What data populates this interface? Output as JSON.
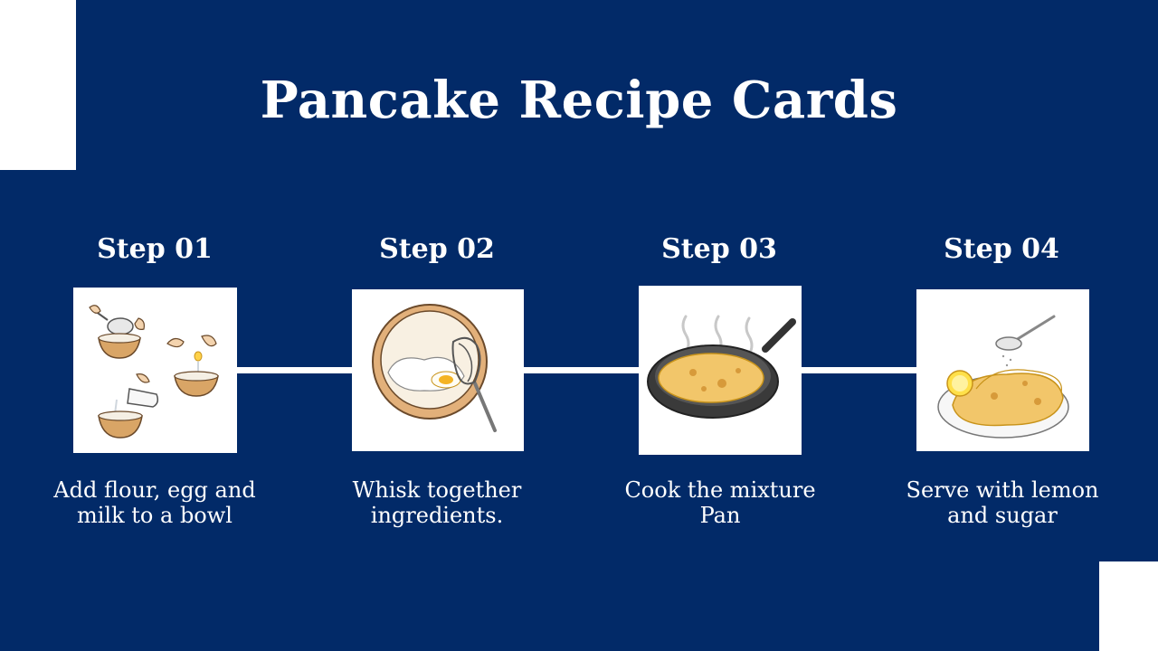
{
  "slide": {
    "title": "Pancake Recipe Cards",
    "colors": {
      "background": "#022a68",
      "accent": "#ffffff"
    },
    "steps": [
      {
        "label": "Step 01",
        "caption": "Add flour, egg and milk to a bowl",
        "illustration": "mixing-ingredients-illustration"
      },
      {
        "label": "Step 02",
        "caption": "Whisk together ingredients.",
        "illustration": "whisk-bowl-illustration"
      },
      {
        "label": "Step 03",
        "caption": "Cook the mixture Pan",
        "illustration": "frying-pan-illustration"
      },
      {
        "label": "Step 04",
        "caption": "Serve with lemon and sugar",
        "illustration": "pancake-plate-illustration"
      }
    ]
  }
}
